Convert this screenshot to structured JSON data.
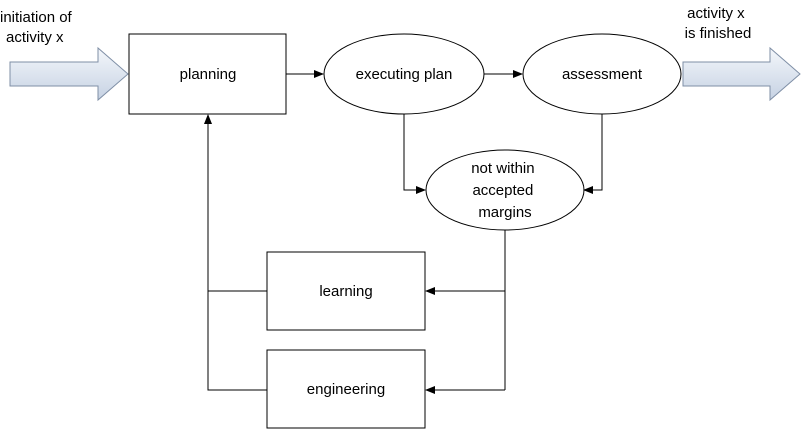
{
  "diagram": {
    "start_label": [
      "initiation of",
      "activity x"
    ],
    "end_label": [
      "activity x",
      "is finished"
    ],
    "nodes": {
      "planning": "planning",
      "executing": "executing plan",
      "assessment": "assessment",
      "margins": [
        "not within",
        "accepted",
        "margins"
      ],
      "learning": "learning",
      "engineering": "engineering"
    },
    "colors": {
      "big_arrow_light": "#f4f7fb",
      "big_arrow_dark": "#c6d2e3",
      "big_arrow_stroke": "#7f8fa6",
      "line": "#000000"
    }
  }
}
